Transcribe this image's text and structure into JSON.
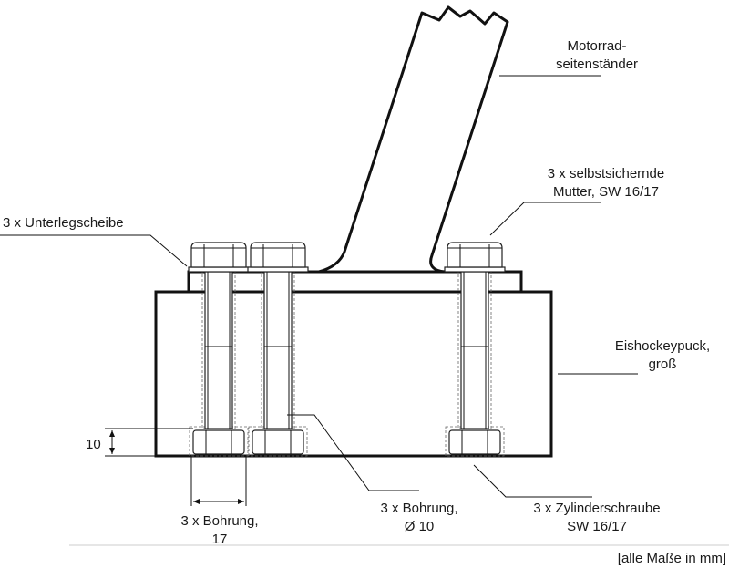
{
  "labels": {
    "stand_line1": "Motorrad-",
    "stand_line2": "seitenständer",
    "nut_line1": "3 x selbstsichernde",
    "nut_line2": "Mutter, SW 16/17",
    "washer": "3 x Unterlegscheibe",
    "puck_line1": "Eishockeypuck,",
    "puck_line2": "groß",
    "dim_height": "10",
    "bore17_line1": "3 x Bohrung,",
    "bore17_line2": "17",
    "bore10_line1": "3 x Bohrung,",
    "bore10_line2": "Ø 10",
    "screw_line1": "3 x Zylinderschraube",
    "screw_line2": "SW 16/17",
    "units_note": "[alle Maße in mm]"
  }
}
